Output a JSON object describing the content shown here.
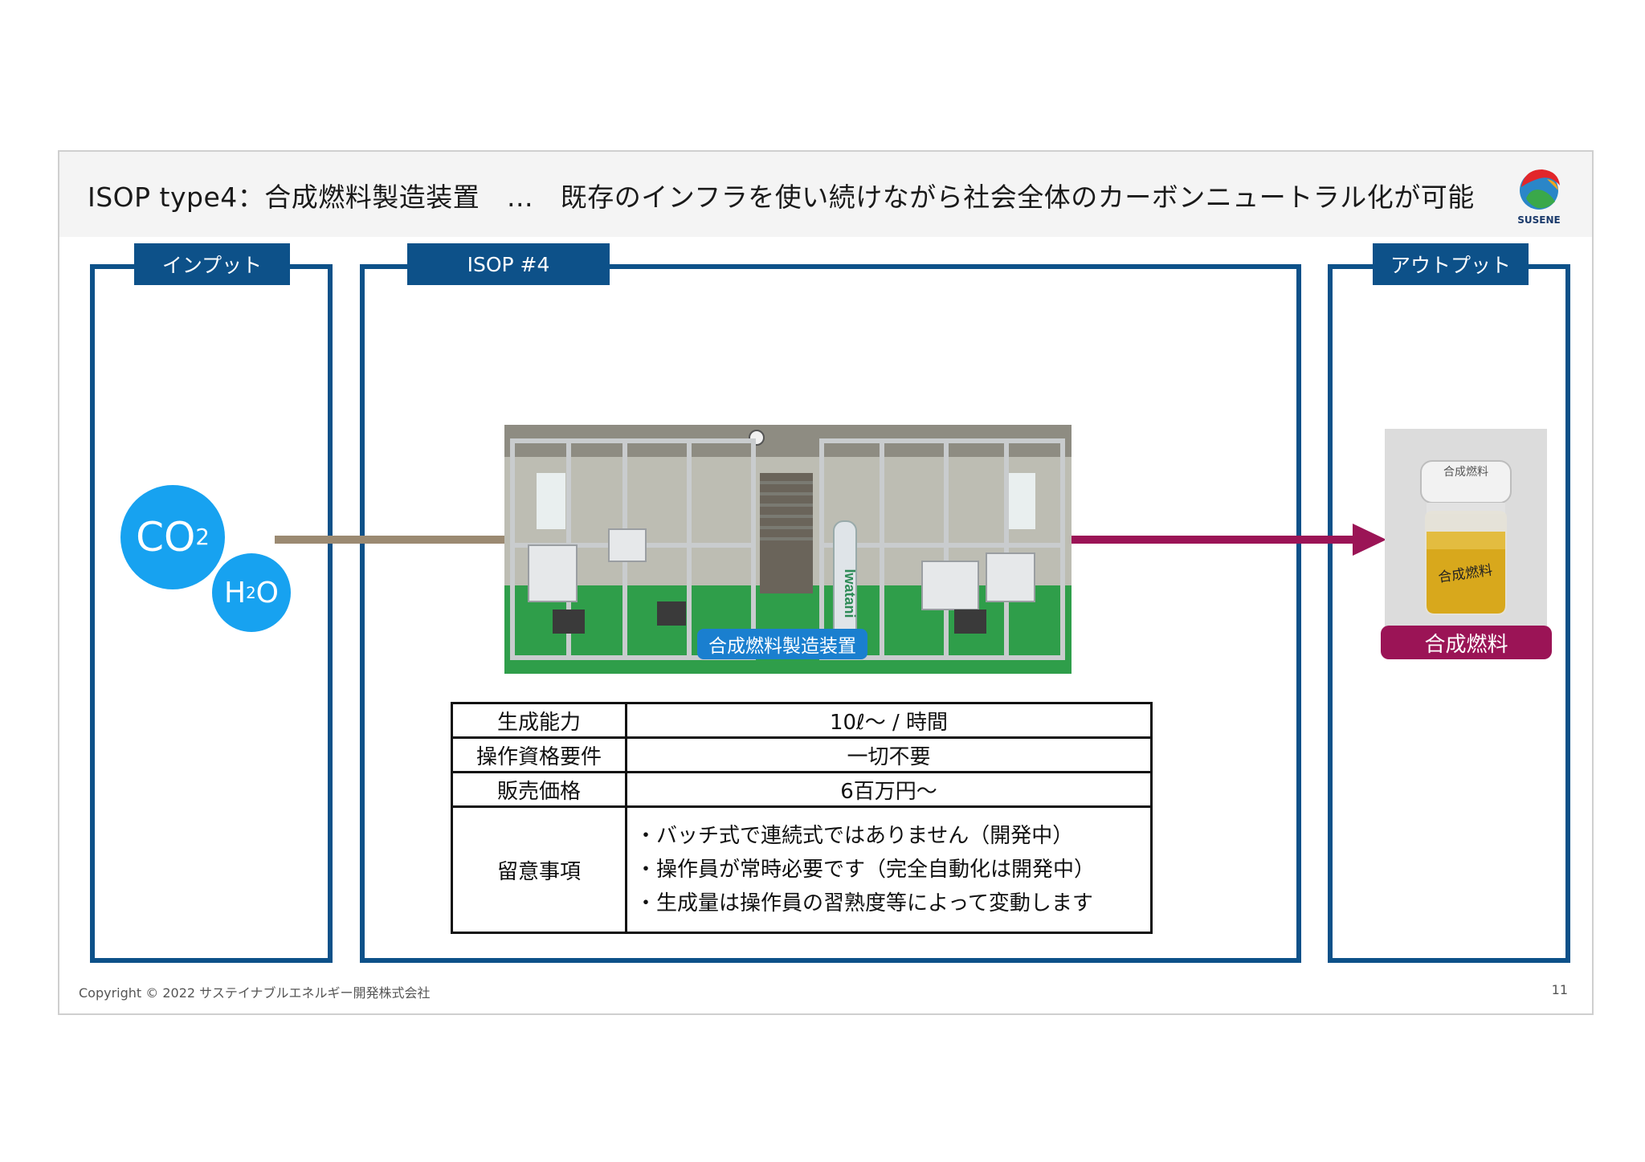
{
  "header": {
    "title": "ISOP type4：合成燃料製造装置　…　既存のインフラを使い続けながら社会全体のカーボンニュートラル化が可能",
    "logo_text": "SUSENE"
  },
  "panels": {
    "input_label": "インプット",
    "process_label": "ISOP #4",
    "output_label": "アウトプット"
  },
  "inputs": {
    "co2_base": "CO",
    "co2_sub": "2",
    "h2o_h": "H",
    "h2o_sub": "2",
    "h2o_o": "O"
  },
  "process": {
    "photo_label": "合成燃料製造装置",
    "photo_brand": "Iwatani"
  },
  "output": {
    "jar_cap_text": "合成燃料",
    "jar_body_text": "合成燃料",
    "label": "合成燃料"
  },
  "spec_table": {
    "rows": [
      {
        "key": "生成能力",
        "value": "10ℓ～ / 時間"
      },
      {
        "key": "操作資格要件",
        "value": "一切不要"
      },
      {
        "key": "販売価格",
        "value": "6百万円～"
      }
    ],
    "notes_key": "留意事項",
    "notes": [
      "・バッチ式で連続式ではありません（開発中）",
      "・操作員が常時必要です（完全自動化は開発中）",
      "・生成量は操作員の習熟度等によって変動します"
    ]
  },
  "footer": {
    "copyright": "Copyright ©  2022 サステイナブルエネルギー開発株式会社",
    "page_number": "11"
  },
  "colors": {
    "panel_border": "#0d5189",
    "bubble": "#17a2f0",
    "input_arrow": "#9b8a72",
    "output_arrow": "#9b1456",
    "output_label": "#9b1456",
    "photo_label": "#1a7fcf"
  }
}
